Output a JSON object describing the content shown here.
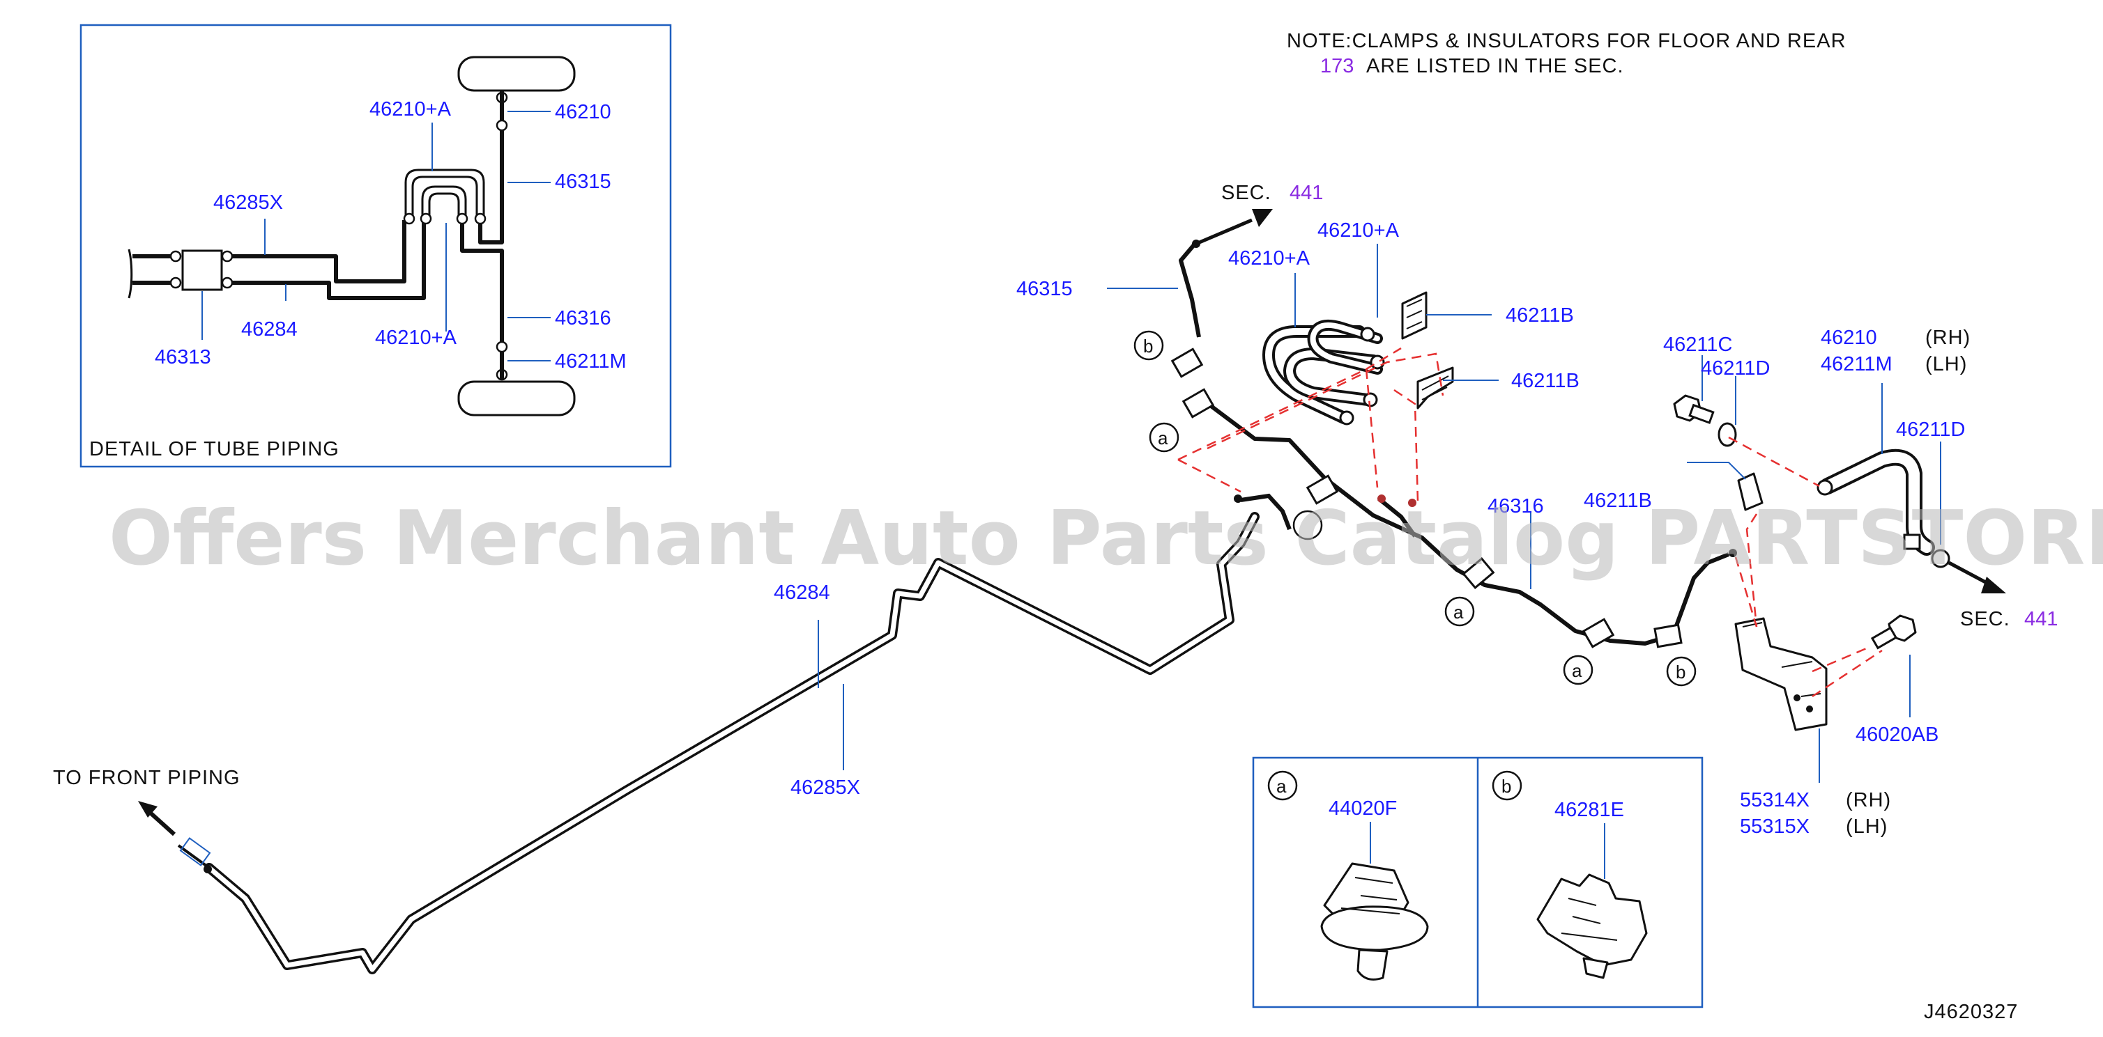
{
  "note": {
    "line1": "NOTE:CLAMPS  &  INSULATORS  FOR  FLOOR  AND  REAR",
    "line2_ref": "173",
    "line2_text": "ARE  LISTED  IN  THE  SEC."
  },
  "sec_refs": {
    "label": "SEC.",
    "top": "441",
    "right": "441"
  },
  "detail": {
    "caption": "DETAIL  OF  TUBE  PIPING",
    "labels": {
      "p46210A_top": "46210+A",
      "p46210": "46210",
      "p46315": "46315",
      "p46285X": "46285X",
      "p46284": "46284",
      "p46313": "46313",
      "p46210A_bottom": "46210+A",
      "p46316": "46316",
      "p46211M": "46211M"
    }
  },
  "main": {
    "labels": {
      "p46315": "46315",
      "p46210A_a": "46210+A",
      "p46210A_b": "46210+A",
      "p46211B_a": "46211B",
      "p46211B_b": "46211B",
      "p46211B_c": "46211B",
      "p46211C": "46211C",
      "p46211D_a": "46211D",
      "p46211D_b": "46211D",
      "p46210": "46210",
      "p46211M": "46211M",
      "rh": "(RH)",
      "lh": "(LH)",
      "p46316": "46316",
      "p46284": "46284",
      "p46285X": "46285X",
      "p46020AB": "46020AB",
      "p55314X": "55314X",
      "p55315X": "55315X",
      "rh2": "(RH)",
      "lh2": "(LH)"
    },
    "to_front": "TO  FRONT  PIPING",
    "callouts": {
      "a": "a",
      "b": "b"
    }
  },
  "legend": {
    "a": {
      "key": "a",
      "part": "44020F"
    },
    "b": {
      "key": "b",
      "part": "46281E"
    }
  },
  "diagram_id": "J4620327",
  "watermark": "Offers Merchant Auto Parts Catalog PARTSTORE.SA"
}
